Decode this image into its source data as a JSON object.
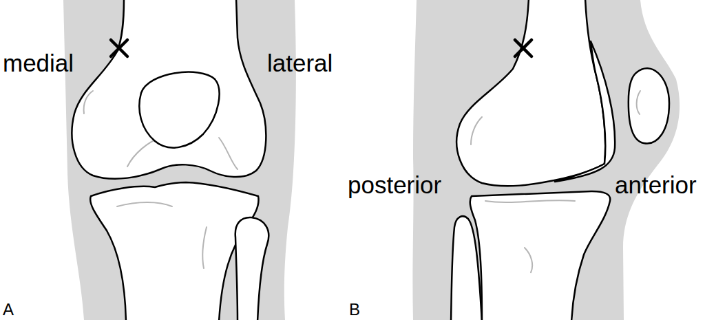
{
  "diagram": {
    "labels": [
      "medial",
      "lateral",
      "posterior",
      "anterior",
      "A",
      "B"
    ]
  }
}
